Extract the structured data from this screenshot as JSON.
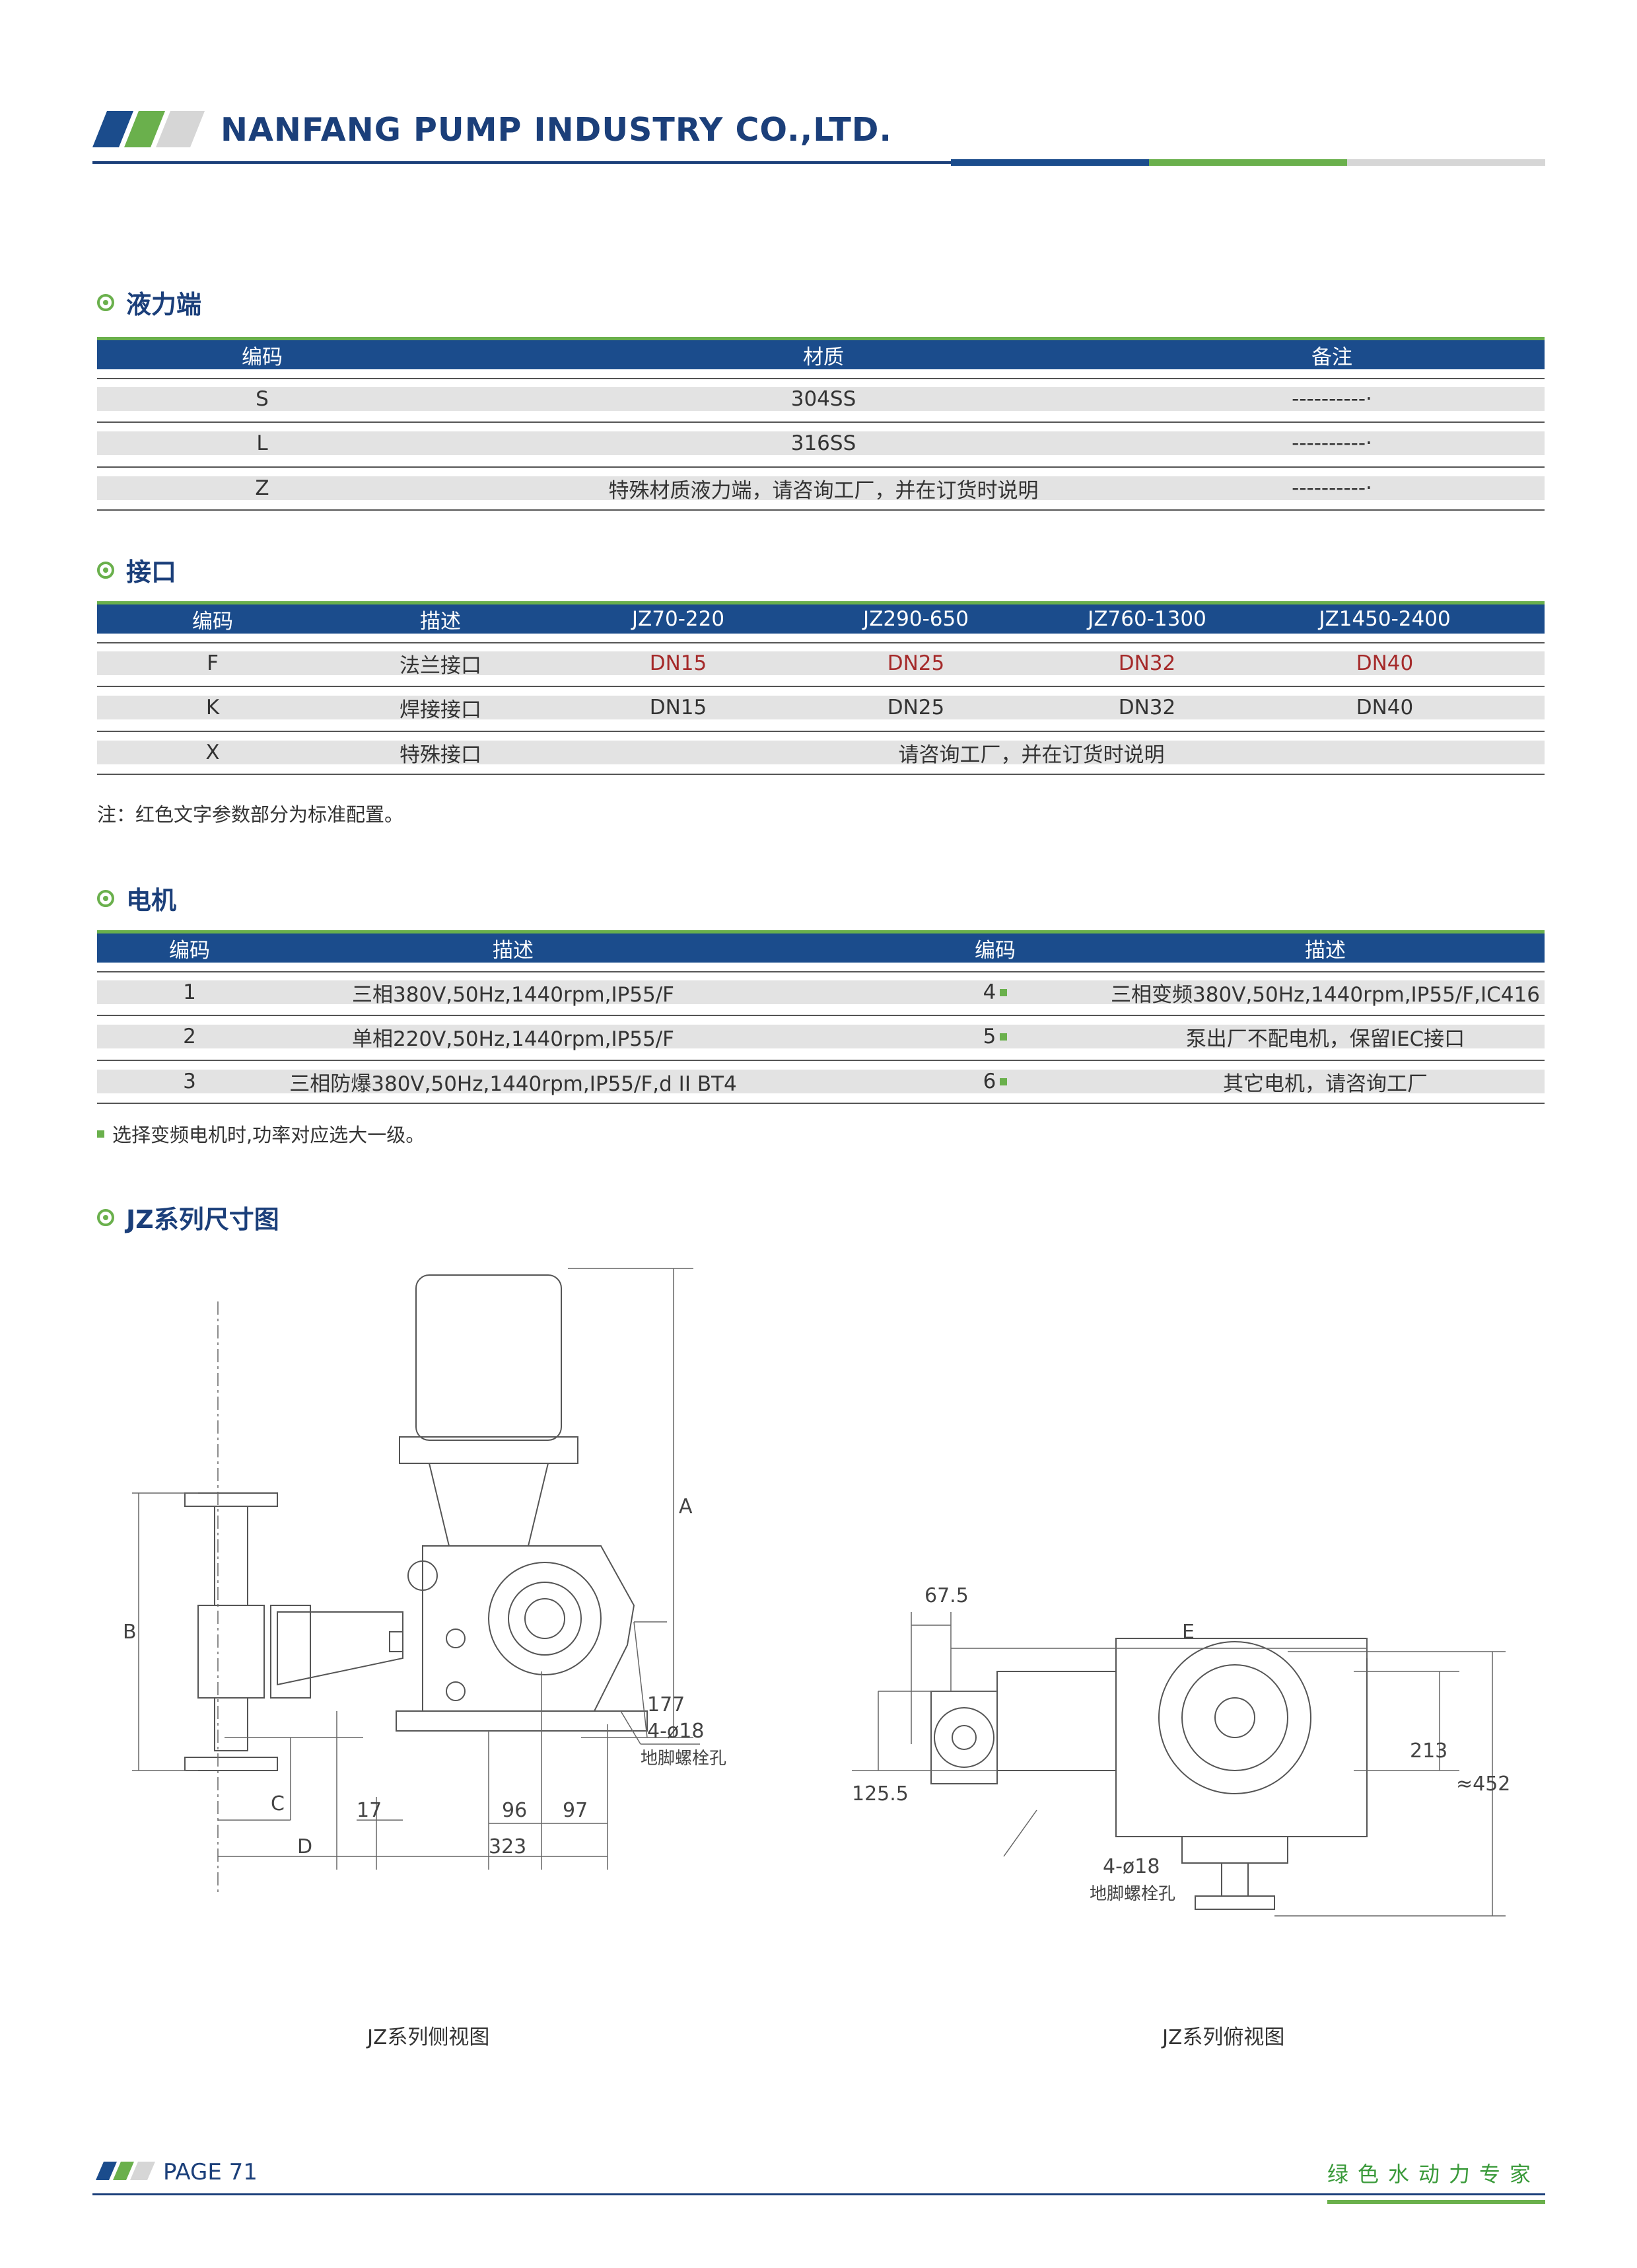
{
  "header": {
    "company": "NANFANG PUMP INDUSTRY CO.,LTD."
  },
  "sections": {
    "fluid_end": {
      "title": "液力端",
      "headers": [
        "编码",
        "材质",
        "备注"
      ],
      "rows": [
        [
          "S",
          "304SS",
          "----------·"
        ],
        [
          "L",
          "316SS",
          "----------·"
        ],
        [
          "Z",
          "特殊材质液力端，请咨询工厂，并在订货时说明",
          "----------·"
        ]
      ]
    },
    "connection": {
      "title": "接口",
      "headers": [
        "编码",
        "描述",
        "JZ70-220",
        "JZ290-650",
        "JZ760-1300",
        "JZ1450-2400"
      ],
      "rows": [
        [
          "F",
          "法兰接口",
          "DN15",
          "DN25",
          "DN32",
          "DN40"
        ],
        [
          "K",
          "焊接接口",
          "DN15",
          "DN25",
          "DN32",
          "DN40"
        ]
      ],
      "row_x": [
        "X",
        "特殊接口",
        "请咨询工厂，并在订货时说明"
      ],
      "note": "注：红色文字参数部分为标准配置。"
    },
    "motor": {
      "title": "电机",
      "headers": [
        "编码",
        "描述",
        "编码",
        "描述"
      ],
      "rows": [
        [
          "1",
          "三相380V,50Hz,1440rpm,IP55/F",
          "4",
          "三相变频380V,50Hz,1440rpm,IP55/F,IC416"
        ],
        [
          "2",
          "单相220V,50Hz,1440rpm,IP55/F",
          "5",
          "泵出厂不配电机，保留IEC接口"
        ],
        [
          "3",
          "三相防爆380V,50Hz,1440rpm,IP55/F,d II BT4",
          "6",
          "其它电机，请咨询工厂"
        ]
      ],
      "note": "选择变频电机时,功率对应选大一级。"
    },
    "dimensions": {
      "title": "JZ系列尺寸图"
    }
  },
  "drawings": {
    "side": {
      "caption": "JZ系列侧视图",
      "labels": {
        "A": "A",
        "B": "B",
        "C": "C",
        "D": "D",
        "d177": "177",
        "d17": "17",
        "d96": "96",
        "d97": "97",
        "d323": "323",
        "holes": "4-ø18",
        "bolt": "地脚螺栓孔"
      }
    },
    "top": {
      "caption": "JZ系列俯视图",
      "labels": {
        "E": "E",
        "d67": "67.5",
        "d125": "125.5",
        "d213": "213",
        "d452": "≈452",
        "holes": "4-ø18",
        "bolt": "地脚螺栓孔"
      }
    }
  },
  "footer": {
    "page": "PAGE 71",
    "slogan": "绿色水动力专家"
  },
  "colors": {
    "navy": "#1b4c8c",
    "dark_navy": "#1b3f7a",
    "green": "#6ab04c",
    "red": "#a52a2a",
    "row_grey": "#e3e3e3"
  }
}
